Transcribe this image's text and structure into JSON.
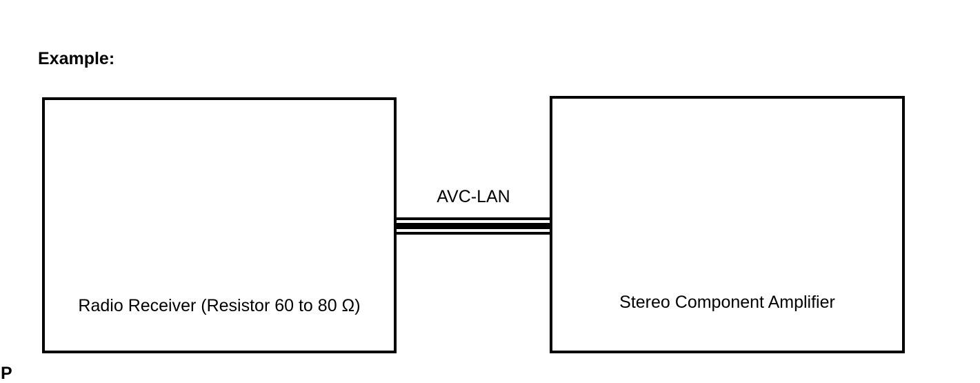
{
  "page": {
    "heading": "Example:",
    "page_marker": "P",
    "background_color": "#ffffff",
    "stroke_color": "#000000"
  },
  "diagram": {
    "type": "block-diagram",
    "blocks": [
      {
        "id": "radio-receiver",
        "label": "Radio Receiver (Resistor 60 to 80 Ω)"
      },
      {
        "id": "stereo-amplifier",
        "label": "Stereo Component Amplifier"
      }
    ],
    "connection": {
      "id": "avc-lan-bus",
      "label": "AVC-LAN",
      "line_count": 3,
      "from": "radio-receiver",
      "to": "stereo-amplifier"
    }
  }
}
